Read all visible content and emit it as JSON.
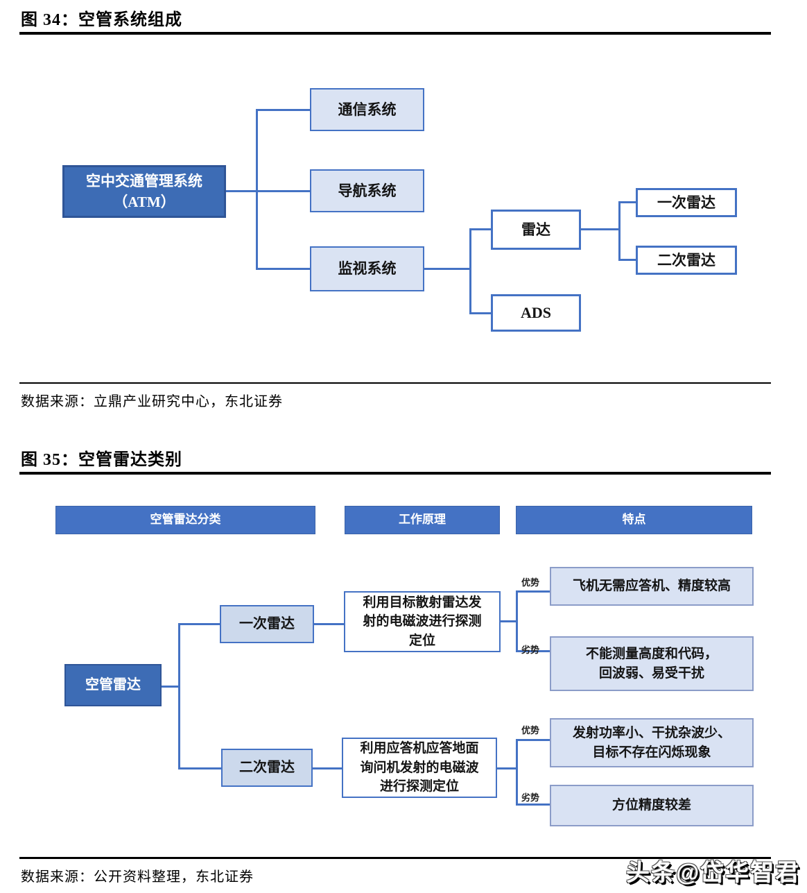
{
  "figure34": {
    "title": "图 34：空管系统组成",
    "source": "数据来源：立鼎产业研究中心，东北证券",
    "nodes": {
      "root": "空中交通管理系统\n（ATM）",
      "communication": "通信系统",
      "navigation": "导航系统",
      "surveillance": "监视系统",
      "radar": "雷达",
      "ads": "ADS",
      "primary_radar": "一次雷达",
      "secondary_radar": "二次雷达"
    }
  },
  "figure35": {
    "title": "图 35：空管雷达类别",
    "source": "数据来源：公开资料整理，东北证券",
    "headers": {
      "classification": "空管雷达分类",
      "principle": "工作原理",
      "features": "特点"
    },
    "root": "空管雷达",
    "primary": {
      "name": "一次雷达",
      "principle": "利用目标散射雷达发\n射的电磁波进行探测\n定位",
      "advantage_label": "优势",
      "advantage": "飞机无需应答机、精度较高",
      "disadvantage_label": "劣势",
      "disadvantage": "不能测量高度和代码，\n回波弱、易受干扰"
    },
    "secondary": {
      "name": "二次雷达",
      "principle": "利用应答机应答地面\n询问机发射的电磁波\n进行探测定位",
      "advantage_label": "优势",
      "advantage": "发射功率小、干扰杂波少、\n目标不存在闪烁现象",
      "disadvantage_label": "劣势",
      "disadvantage": "方位精度较差"
    }
  },
  "watermark": "头条@岱华智君",
  "colors": {
    "dark_node_fill": "#3d6cb5",
    "dark_node_border": "#2f5597",
    "header_bar_fill": "#4472c4",
    "light_node_fill": "#dae3f3",
    "mid_node_fill": "#ccd9ec",
    "feature_fill": "#d9e2f3",
    "feature_border": "#8b9cc8",
    "connector": "#4472c4",
    "rule_black": "#000000"
  }
}
